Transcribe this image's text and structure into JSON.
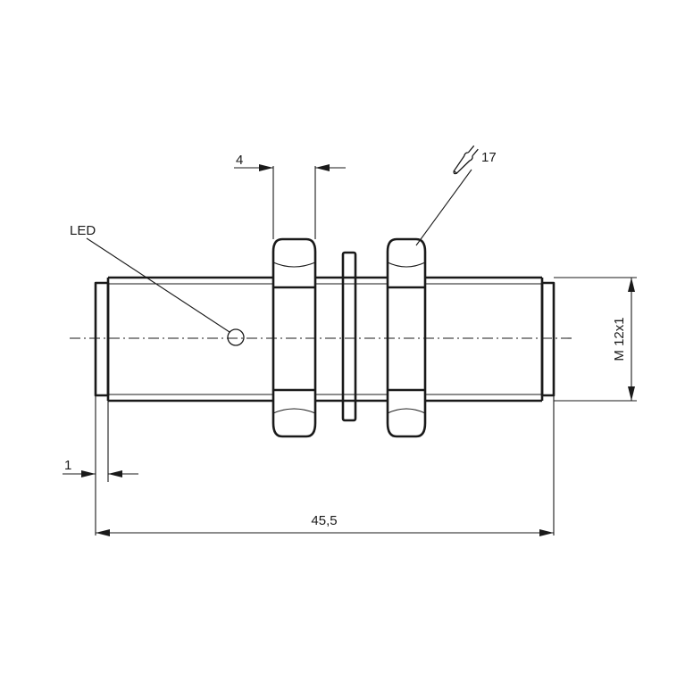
{
  "labels": {
    "led": "LED",
    "nut_thickness": "4",
    "wrench_size": "17",
    "thread_spec": "M 12x1",
    "collar": "1",
    "overall_length": "45,5"
  },
  "icons": {
    "wrench": "wrench-icon"
  }
}
